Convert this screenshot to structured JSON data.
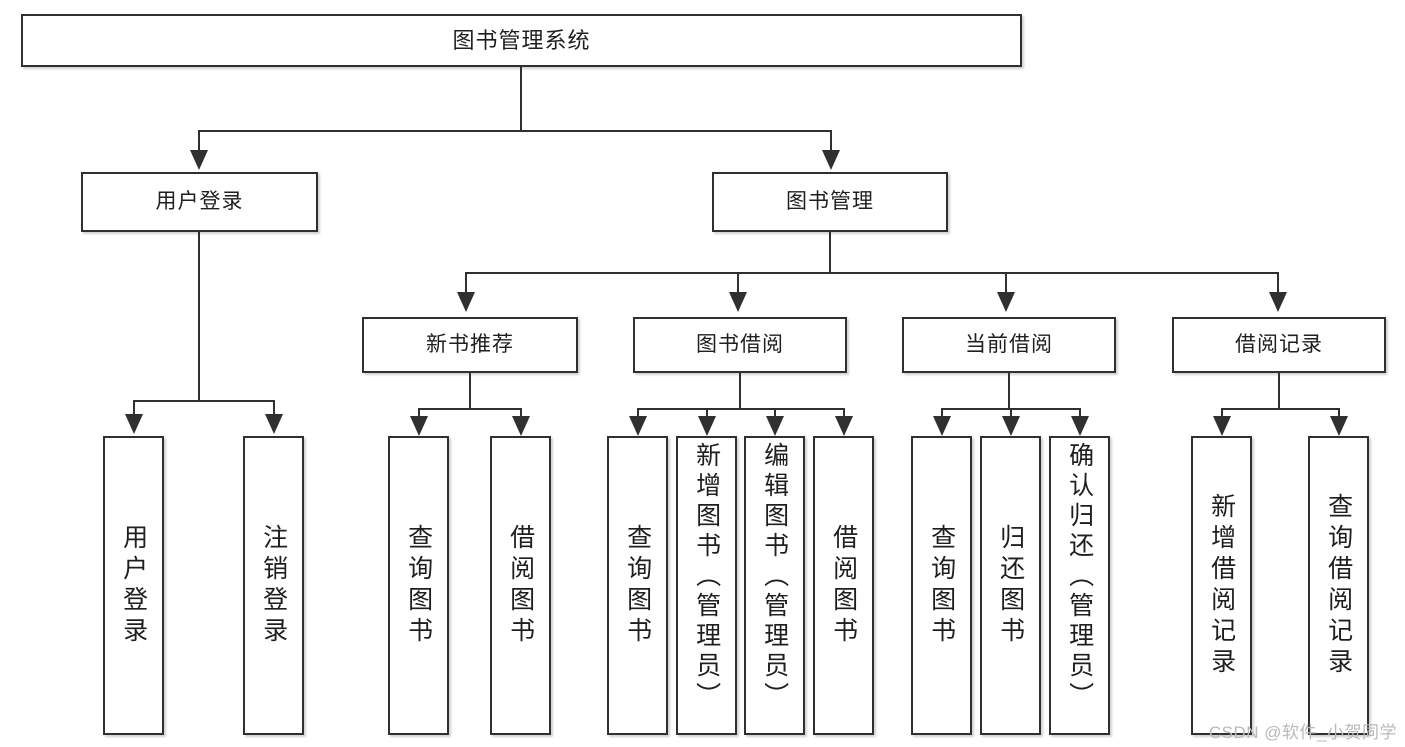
{
  "diagram": {
    "title": "图书管理系统",
    "watermark": "CSDN @软件_小贺同学",
    "type": "tree-hierarchy",
    "root": {
      "label": "图书管理系统"
    },
    "level1": [
      {
        "label": "用户登录"
      },
      {
        "label": "图书管理"
      }
    ],
    "level2": [
      {
        "label": "新书推荐"
      },
      {
        "label": "图书借阅"
      },
      {
        "label": "当前借阅"
      },
      {
        "label": "借阅记录"
      }
    ],
    "leaves": {
      "user_login": [
        {
          "label": "用户登录"
        },
        {
          "label": "注销登录"
        }
      ],
      "new_book": [
        {
          "label": "查询图书"
        },
        {
          "label": "借阅图书"
        }
      ],
      "book_borrow": [
        {
          "label": "查询图书"
        },
        {
          "label": "新增图书（管理员）"
        },
        {
          "label": "编辑图书（管理员）"
        },
        {
          "label": "借阅图书"
        }
      ],
      "current_borrow": [
        {
          "label": "查询图书"
        },
        {
          "label": "归还图书"
        },
        {
          "label": "确认归还（管理员）"
        }
      ],
      "borrow_record": [
        {
          "label": "新增借阅记录"
        },
        {
          "label": "查询借阅记录"
        }
      ]
    },
    "colors": {
      "stroke": "#31302f",
      "fill": "#ffffff",
      "text": "#1f1f1f",
      "watermark": "#b9b9b9"
    }
  }
}
